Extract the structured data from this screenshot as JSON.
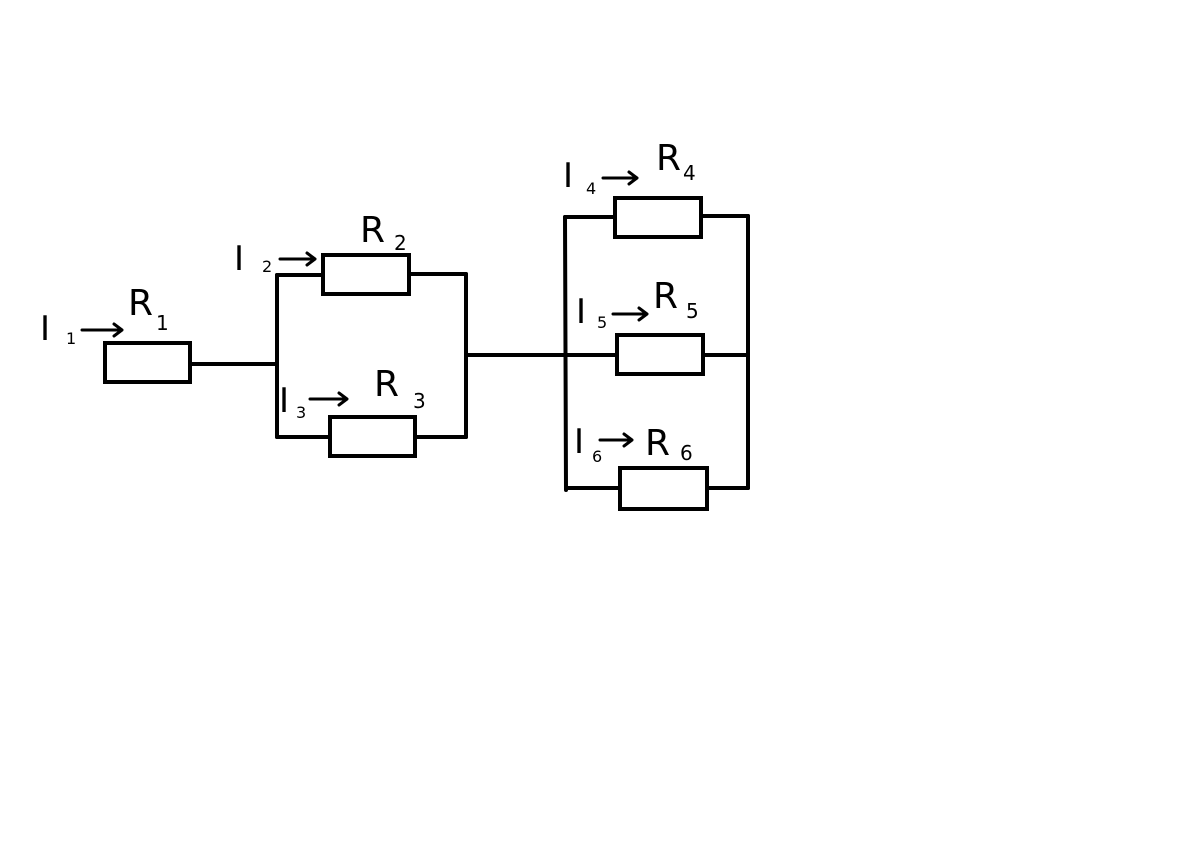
{
  "diagram": {
    "resistors": [
      {
        "id": "r1",
        "main": "R",
        "sub": "1"
      },
      {
        "id": "r2",
        "main": "R",
        "sub": "2"
      },
      {
        "id": "r3",
        "main": "R",
        "sub": "3"
      },
      {
        "id": "r4",
        "main": "R",
        "sub": "4"
      },
      {
        "id": "r5",
        "main": "R",
        "sub": "5"
      },
      {
        "id": "r6",
        "main": "R",
        "sub": "6"
      }
    ],
    "currents": [
      {
        "id": "i1",
        "main": "I",
        "sub": "1"
      },
      {
        "id": "i2",
        "main": "I",
        "sub": "2"
      },
      {
        "id": "i3",
        "main": "I",
        "sub": "3"
      },
      {
        "id": "i4",
        "main": "I",
        "sub": "4"
      },
      {
        "id": "i5",
        "main": "I",
        "sub": "5"
      },
      {
        "id": "i6",
        "main": "I",
        "sub": "6"
      }
    ]
  }
}
